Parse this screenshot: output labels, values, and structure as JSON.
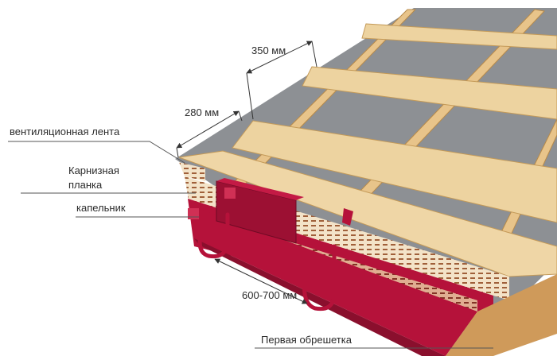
{
  "labels": {
    "ventilation_tape": "вентиляционная лента",
    "eaves_strip_line1": "Карнизная",
    "eaves_strip_line2": "планка",
    "drip_edge": "капельник",
    "first_batten": "Первая обрешетка"
  },
  "dimensions": {
    "batten_spacing": "350 мм",
    "first_batten_spacing": "280 мм",
    "hook_spacing": "600-700 мм"
  },
  "colors": {
    "membrane": "#8c8f93",
    "wood": "#e8c48a",
    "wood_edge": "#c99a55",
    "metal_red": "#b5123a",
    "metal_red_dark": "#8a0f2d",
    "tape_mesh": "#a0603a",
    "leader_line": "#555555"
  }
}
